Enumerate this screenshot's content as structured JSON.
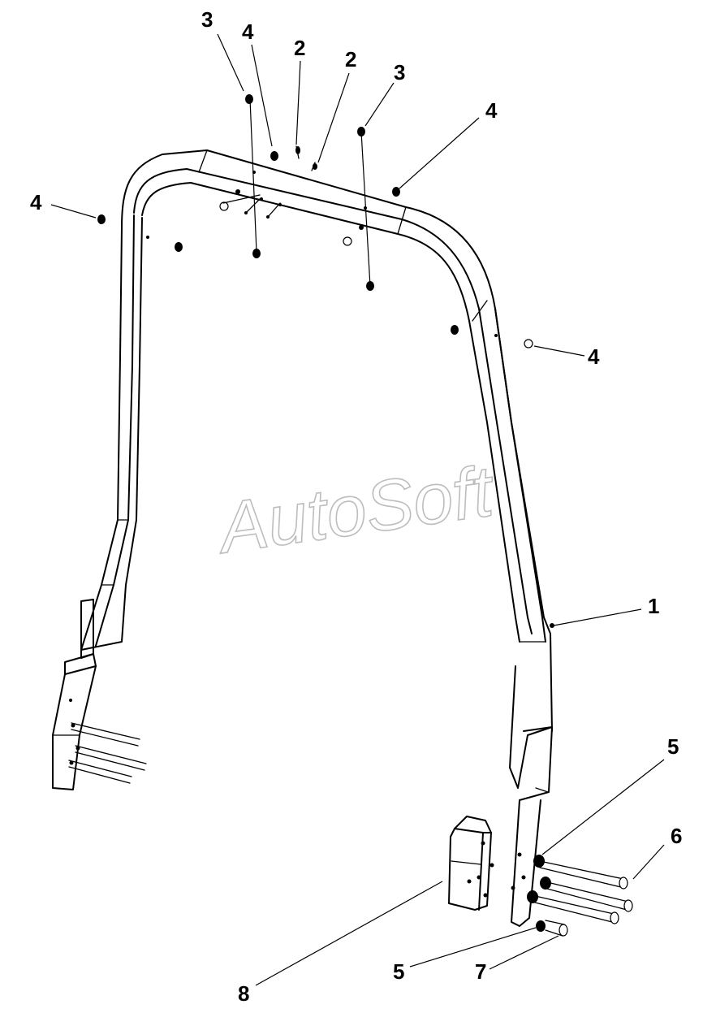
{
  "watermark": "AutoSoft",
  "callouts": [
    {
      "id": "c3a",
      "label": "3"
    },
    {
      "id": "c4a",
      "label": "4"
    },
    {
      "id": "c2a",
      "label": "2"
    },
    {
      "id": "c2b",
      "label": "2"
    },
    {
      "id": "c3b",
      "label": "3"
    },
    {
      "id": "c4b",
      "label": "4"
    },
    {
      "id": "c4c",
      "label": "4"
    },
    {
      "id": "c4d",
      "label": "4"
    },
    {
      "id": "c1",
      "label": "1"
    },
    {
      "id": "c5a",
      "label": "5"
    },
    {
      "id": "c6",
      "label": "6"
    },
    {
      "id": "c5b",
      "label": "5"
    },
    {
      "id": "c7",
      "label": "7"
    },
    {
      "id": "c8",
      "label": "8"
    }
  ]
}
